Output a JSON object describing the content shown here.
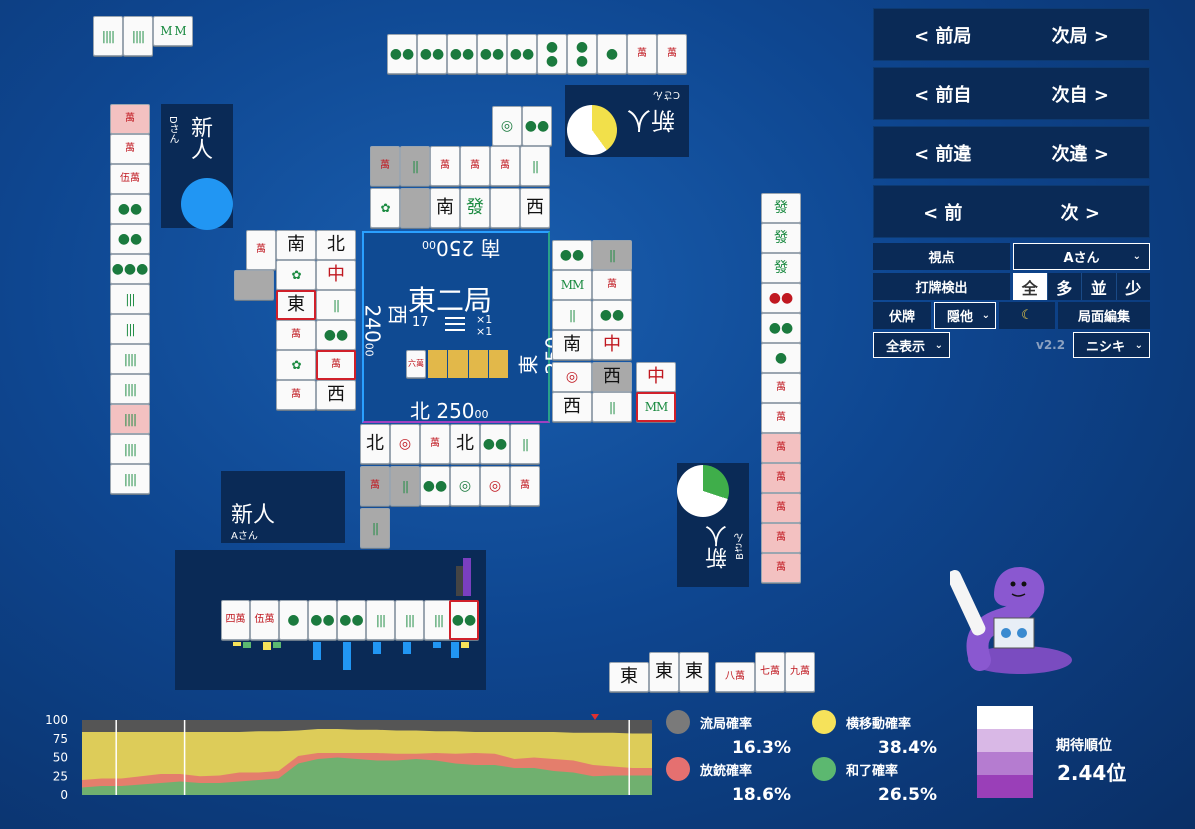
{
  "nav": {
    "prev_round": "< 前局",
    "next_round": "次局 >",
    "prev_self": "< 前自",
    "next_self": "次自 >",
    "prev_diff": "< 前違",
    "next_diff": "次違 >",
    "prev": "< 前",
    "next": "次 >"
  },
  "controls": {
    "viewpoint_label": "視点",
    "viewpoint_value": "Aさん",
    "discard_detect_label": "打牌検出",
    "discard_modes": [
      "全",
      "多",
      "並",
      "少"
    ],
    "discard_mode_selected": "全",
    "hidden_label": "伏牌",
    "hidden_value": "隠他",
    "night_icon": "crescent-moon-icon",
    "edit_label": "局面編集",
    "show_all": "全表示",
    "version": "v2.2",
    "model": "ニシキ"
  },
  "round": {
    "name": "東二局",
    "tiles_left": "17",
    "honba": "×1",
    "riichi": "×1",
    "dora_indicator": "六萬",
    "dora_color": "#e2b84a"
  },
  "scores": {
    "north": "北 250",
    "north_small": "00",
    "east": "東 250",
    "east_small": "00",
    "west": "西 240",
    "west_small": "00",
    "south": "南 250",
    "south_small": "00"
  },
  "players": {
    "a": {
      "name": "新人",
      "sub": "Aさん"
    },
    "b": {
      "name": "新人",
      "sub": "Bさん",
      "pie_fraction": 0.3,
      "pie_color": "#3fae4a"
    },
    "c": {
      "name": "新人",
      "sub": "Cさん",
      "pie_fraction": 0.4,
      "pie_color": "#f2e04a"
    },
    "d": {
      "name": "新人",
      "sub": "Dさん",
      "pie_fraction": 1.0,
      "pie_color": "#2196f3"
    }
  },
  "hand": {
    "a_tiles": [
      "四萬",
      "伍萬",
      "●",
      "●●",
      "●●",
      "|||",
      "|||",
      "|||"
    ],
    "a_draw": "●●",
    "bottom_meld": [
      "東",
      "東",
      "東",
      "八萬",
      "七萬",
      "九萬"
    ]
  },
  "stats": {
    "ryukyoku_label": "流局確率",
    "ryukyoku_value": "16.3%",
    "ryukyoku_color": "#7a7a7a",
    "yoko_label": "横移動確率",
    "yoko_value": "38.4%",
    "yoko_color": "#f6e25a",
    "houjuu_label": "放銃確率",
    "houjuu_value": "18.6%",
    "houjuu_color": "#e57070",
    "agari_label": "和了確率",
    "agari_value": "26.5%",
    "agari_color": "#5cb870",
    "rank_label": "期待順位",
    "rank_value": "2.44位"
  },
  "chart_data": {
    "type": "area",
    "y_ticks": [
      "100",
      "75",
      "50",
      "25",
      "0"
    ],
    "ylim": [
      0,
      100
    ],
    "series": [
      {
        "values": [
          84,
          84,
          84,
          84,
          84,
          84,
          84,
          84,
          84,
          85,
          85,
          86,
          88,
          88,
          87,
          87,
          86,
          86,
          85,
          85,
          84,
          84,
          84,
          84,
          84,
          83,
          83,
          83,
          82,
          82
        ],
        "color": "#f6e25a"
      },
      {
        "values": [
          20,
          22,
          22,
          25,
          28,
          28,
          25,
          26,
          30,
          30,
          32,
          52,
          56,
          56,
          56,
          56,
          55,
          55,
          56,
          55,
          56,
          55,
          48,
          50,
          48,
          46,
          40,
          38,
          36,
          36
        ],
        "color": "#e57070"
      },
      {
        "values": [
          10,
          12,
          12,
          14,
          16,
          18,
          16,
          16,
          18,
          20,
          22,
          42,
          48,
          50,
          48,
          46,
          46,
          48,
          46,
          42,
          40,
          40,
          36,
          36,
          32,
          30,
          25,
          26,
          26,
          26
        ],
        "color": "#5cb870"
      }
    ]
  }
}
